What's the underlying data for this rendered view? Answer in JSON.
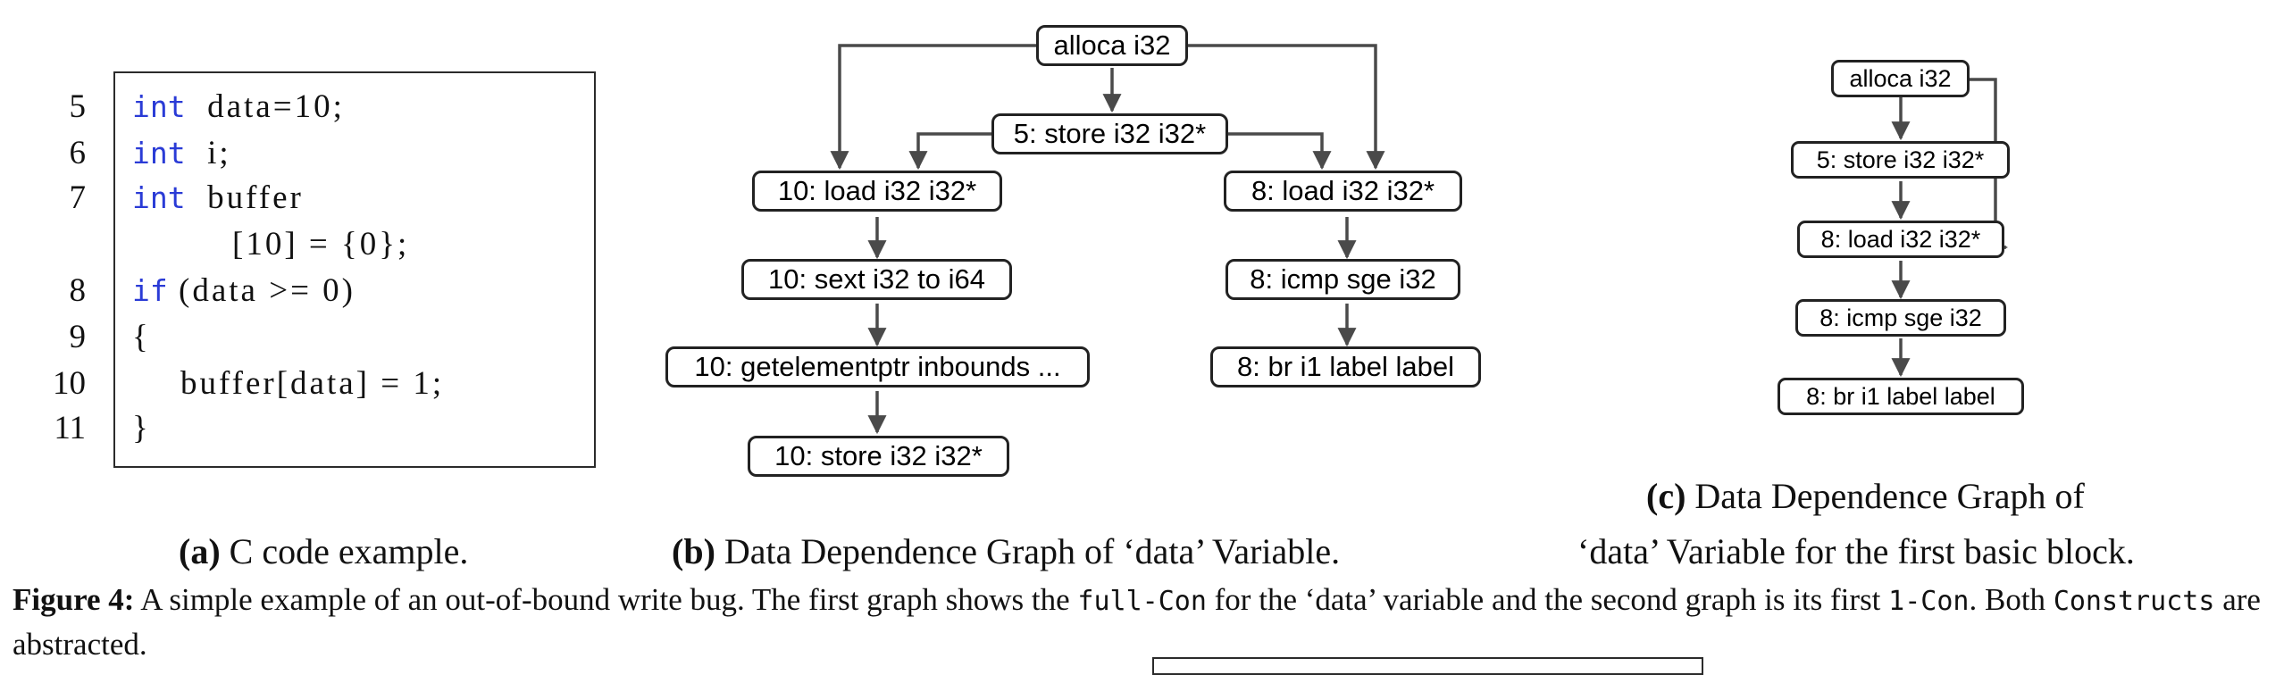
{
  "panel_a": {
    "line_numbers": [
      "5",
      "6",
      "7",
      "8",
      "9",
      "10",
      "11"
    ],
    "keyword_int": "int",
    "keyword_if": "if",
    "line5_rest": "data=10;",
    "line6_rest": "i;",
    "line7_rest": "buffer",
    "line7_cont": "[10] = {0};",
    "line8_rest": "(data >= 0)",
    "line9": "{",
    "line10": "buffer[data] = 1;",
    "line11": "}",
    "caption_label": "(a)",
    "caption_text": "C code example."
  },
  "panel_b": {
    "nodes": {
      "alloca": "alloca i32",
      "store5": "5: store i32 i32*",
      "load10": "10: load i32 i32*",
      "load8": "8: load i32 i32*",
      "sext10": "10: sext i32 to i64",
      "icmp8": "8: icmp sge i32",
      "gep10": "10: getelementptr inbounds ...",
      "br8": "8: br i1 label label",
      "store10": "10: store i32 i32*"
    },
    "caption_label": "(b)",
    "caption_text": "Data Dependence Graph of ‘data’ Variable."
  },
  "panel_c": {
    "nodes": {
      "alloca": "alloca i32",
      "store5": "5: store i32 i32*",
      "load8": "8: load i32 i32*",
      "icmp8": "8: icmp sge i32",
      "br8": "8: br i1 label label"
    },
    "caption_label": "(c)",
    "caption_line1": "Data Dependence Graph of",
    "caption_line2": "‘data’ Variable for the first basic block."
  },
  "figure_caption": {
    "label": "Figure 4:",
    "text1": "A simple example of an out-of-bound write bug. The first graph shows the",
    "code1": "full-Con",
    "text2": "for the ‘data’ variable and the second graph is its",
    "text3": "first",
    "code2": "1-Con",
    "text4": ". Both",
    "code3": "Constructs",
    "text5": "are abstracted."
  }
}
